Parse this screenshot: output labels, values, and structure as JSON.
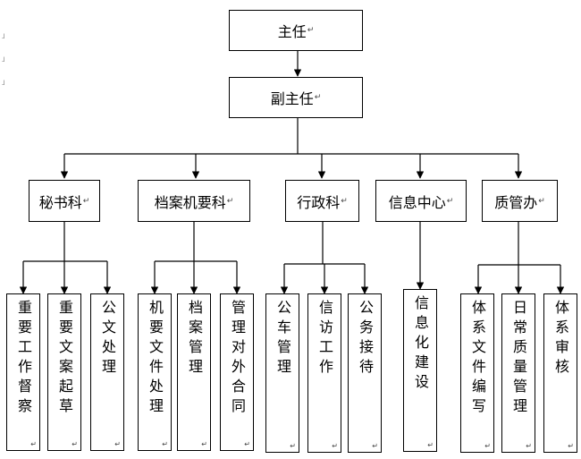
{
  "top": {
    "director": "主任",
    "deputy": "副主任"
  },
  "departments": [
    {
      "name": "秘书科",
      "tasks": [
        "重要工作督察",
        "重要文案起草",
        "公文处理"
      ]
    },
    {
      "name": "档案机要科",
      "tasks": [
        "机要文件处理",
        "档案管理",
        "管理对外合同"
      ]
    },
    {
      "name": "行政科",
      "tasks": [
        "公车管理",
        "信访工作",
        "公务接待"
      ]
    },
    {
      "name": "信息中心",
      "tasks": [
        "信息化建设"
      ]
    },
    {
      "name": "质管办",
      "tasks": [
        "体系文件编写",
        "日常质量管理",
        "体系审核"
      ]
    }
  ],
  "paragraph_mark": "↵",
  "margin_mark": "」"
}
